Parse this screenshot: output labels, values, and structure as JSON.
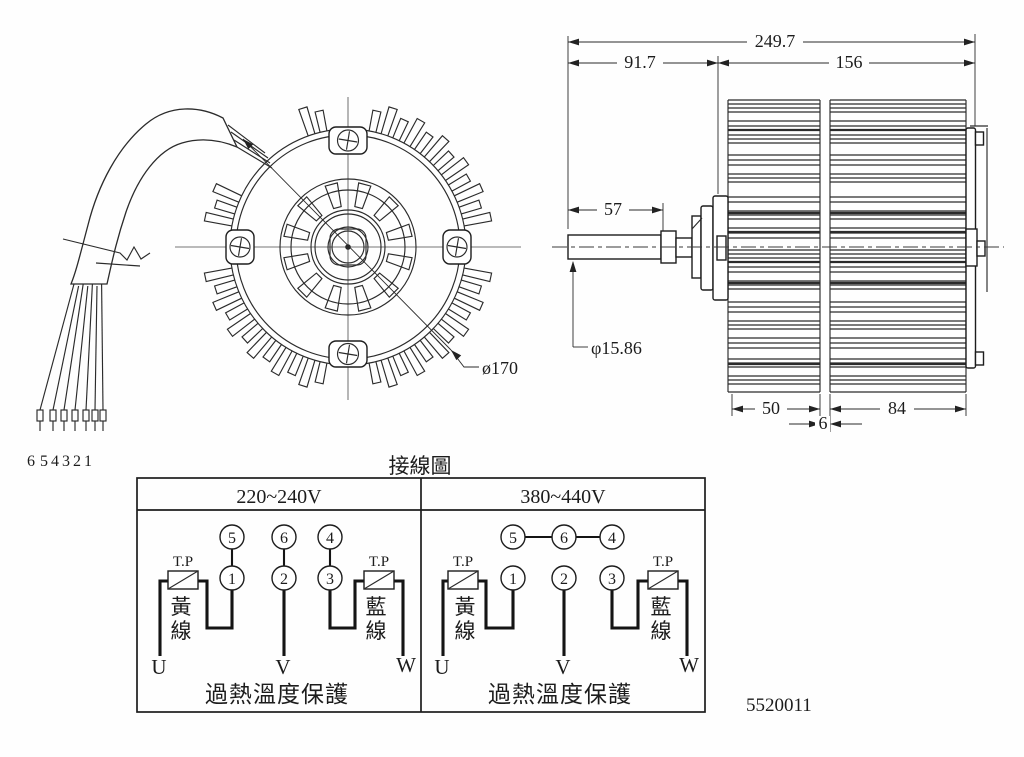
{
  "colors": {
    "ink": "#2b2b2b",
    "paper": "#fefefe"
  },
  "front_view": {
    "diameter": "ø170",
    "wire_numbers": [
      "6",
      "5",
      "4",
      "3",
      "2",
      "1"
    ]
  },
  "side_view": {
    "overall_length": "249.7",
    "shaft_section": "91.7",
    "body_length": "156",
    "shaft_length": "57",
    "shaft_diameter": "φ15.86",
    "front_span": "50",
    "rear_span": "84",
    "gap": "6"
  },
  "wiring": {
    "title": "接線圖",
    "panels": [
      {
        "voltage": "220~240V",
        "tp_label": "T.P",
        "top_terminals": [
          "5",
          "6",
          "4"
        ],
        "bottom_terminals": [
          "1",
          "2",
          "3"
        ],
        "yellow_wire_chars": [
          "黃",
          "線"
        ],
        "blue_wire_chars": [
          "藍",
          "線"
        ],
        "phases": [
          "U",
          "V",
          "W"
        ],
        "protection_label": "過熱溫度保護"
      },
      {
        "voltage": "380~440V",
        "tp_label": "T.P",
        "top_terminals": [
          "5",
          "6",
          "4"
        ],
        "bottom_terminals": [
          "1",
          "2",
          "3"
        ],
        "yellow_wire_chars": [
          "黃",
          "線"
        ],
        "blue_wire_chars": [
          "藍",
          "線"
        ],
        "phases": [
          "U",
          "V",
          "W"
        ],
        "protection_label": "過熱溫度保護"
      }
    ]
  },
  "part_number": "5520011"
}
